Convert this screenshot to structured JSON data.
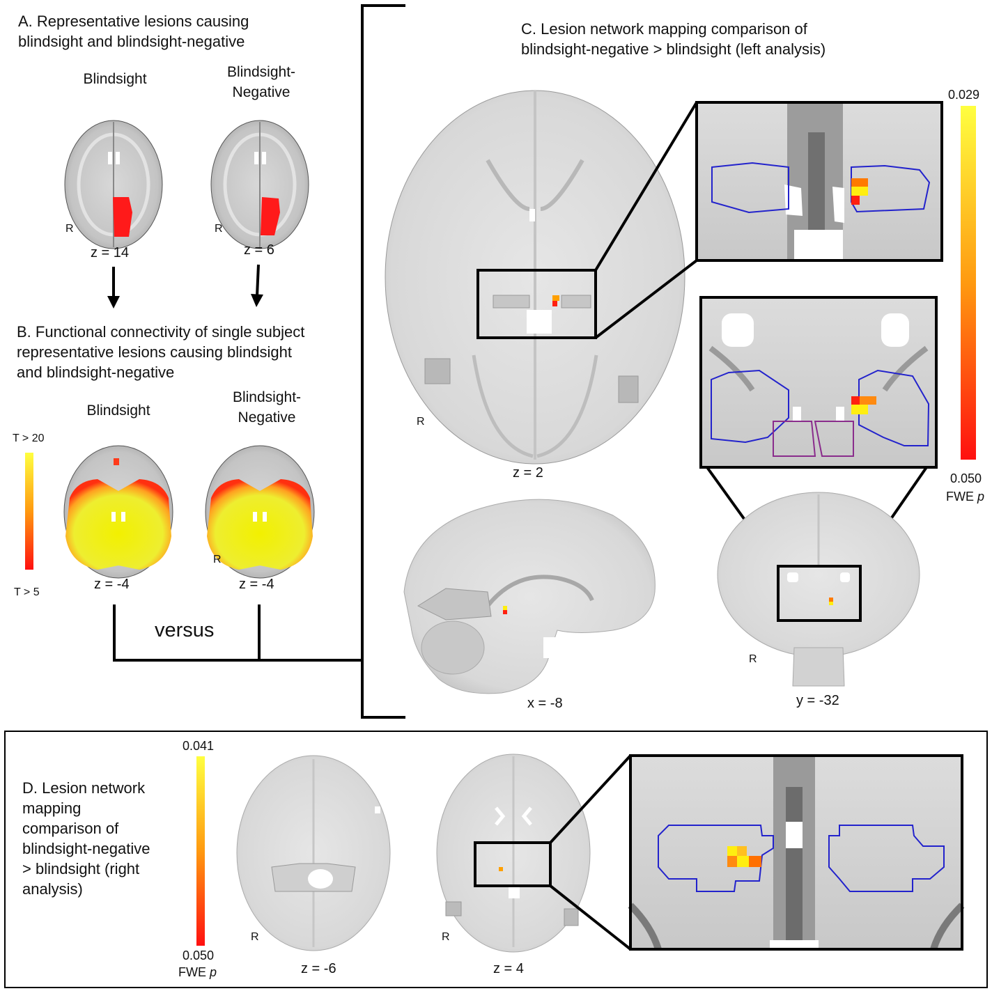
{
  "panel_a": {
    "title_line1": "A. Representative lesions causing",
    "title_line2": "blindsight and blindsight-negative",
    "left_label": "Blindsight",
    "right_label_line1": "Blindsight-",
    "right_label_line2": "Negative",
    "left_coord": "z = 14",
    "right_coord": "z = 6",
    "orientation_left": "R",
    "orientation_right": "R"
  },
  "panel_b": {
    "title_line1": "B. Functional connectivity of single subject",
    "title_line2": "representative lesions causing blindsight",
    "title_line3": "and blindsight-negative",
    "left_label": "Blindsight",
    "right_label_line1": "Blindsight-",
    "right_label_line2": "Negative",
    "left_coord": "z = -4",
    "right_coord": "z = -4",
    "orientation": "R",
    "colorbar_top": "T > 20",
    "colorbar_bottom": "T > 5",
    "versus": "versus"
  },
  "panel_c": {
    "title_line1": "C. Lesion network mapping comparison of",
    "title_line2": "blindsight-negative > blindsight (left analysis)",
    "axial_coord": "z = 2",
    "sagittal_coord": "x = -8",
    "coronal_coord": "y = -32",
    "orientation_axial": "R",
    "orientation_coronal": "R",
    "colorbar_top": "0.029",
    "colorbar_bottom": "0.050",
    "colorbar_unit": "FWE",
    "colorbar_unit_italic": "p"
  },
  "panel_d": {
    "title_line1": "D. Lesion network",
    "title_line2": "mapping",
    "title_line3": "comparison of",
    "title_line4": "blindsight-negative",
    "title_line5": "> blindsight (right",
    "title_line6": "analysis)",
    "left_coord": "z = -6",
    "right_coord": "z = 4",
    "orientation_left": "R",
    "orientation_right": "R",
    "colorbar_top": "0.041",
    "colorbar_bottom": "0.050",
    "colorbar_unit": "FWE",
    "colorbar_unit_italic": "p"
  },
  "colors": {
    "lesion": "#ff1a1a",
    "fc_high": "#ffff33",
    "fc_low": "#ff2020",
    "roi_outline": "#2222cc",
    "roi_outline_2": "#8a2c8c",
    "brain_gray": "#cfcfcf",
    "frame": "#000000"
  }
}
